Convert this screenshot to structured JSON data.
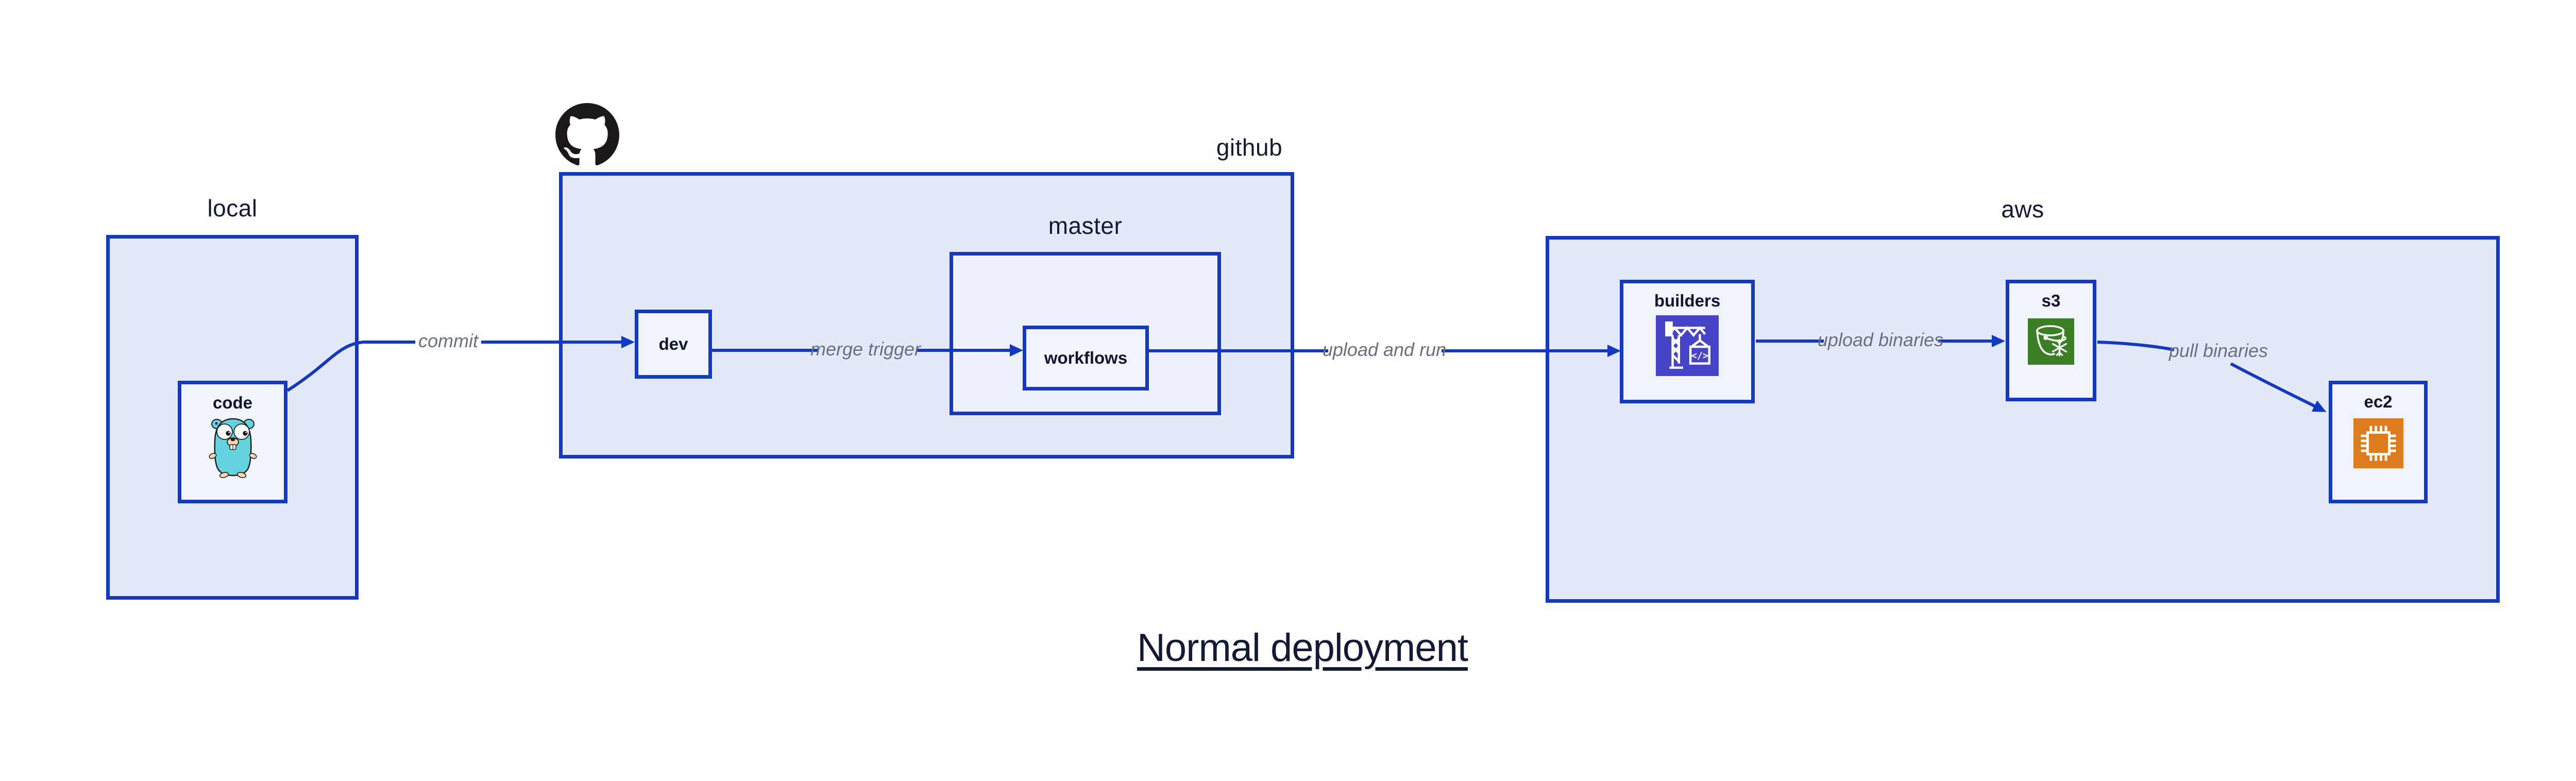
{
  "title": "Normal deployment",
  "containers": {
    "local": {
      "label": "local"
    },
    "github": {
      "label": "github"
    },
    "master": {
      "label": "master"
    },
    "aws": {
      "label": "aws"
    }
  },
  "nodes": {
    "code": {
      "label": "code",
      "icon": "go-gopher-icon"
    },
    "dev": {
      "label": "dev"
    },
    "workflows": {
      "label": "workflows"
    },
    "builders": {
      "label": "builders",
      "icon": "codebuild-crane-icon"
    },
    "s3": {
      "label": "s3",
      "icon": "s3-glacier-bucket-icon"
    },
    "ec2": {
      "label": "ec2",
      "icon": "ec2-chip-icon"
    }
  },
  "edges": {
    "commit": {
      "label": "commit"
    },
    "merge_trigger": {
      "label": "merge trigger"
    },
    "upload_and_run": {
      "label": "upload and run"
    },
    "upload_binaries": {
      "label": "upload binaries"
    },
    "pull_binaries": {
      "label": "pull binaries"
    }
  },
  "icons": {
    "github_logo": "github-octocat-icon"
  },
  "colors": {
    "accent_blue": "#1239c4",
    "container_fill": "#e3e9f8",
    "mid_fill": "#edf1fb",
    "node_fill": "#f1f4fd",
    "label_dark": "#121a38",
    "edge_label_gray": "#6a7080",
    "codebuild_purple": "#4644c8",
    "s3_glacier_green": "#3a7f23",
    "ec2_orange": "#de7b1d",
    "octocat_black": "#1b1817",
    "gopher_teal": "#63d3e0"
  }
}
